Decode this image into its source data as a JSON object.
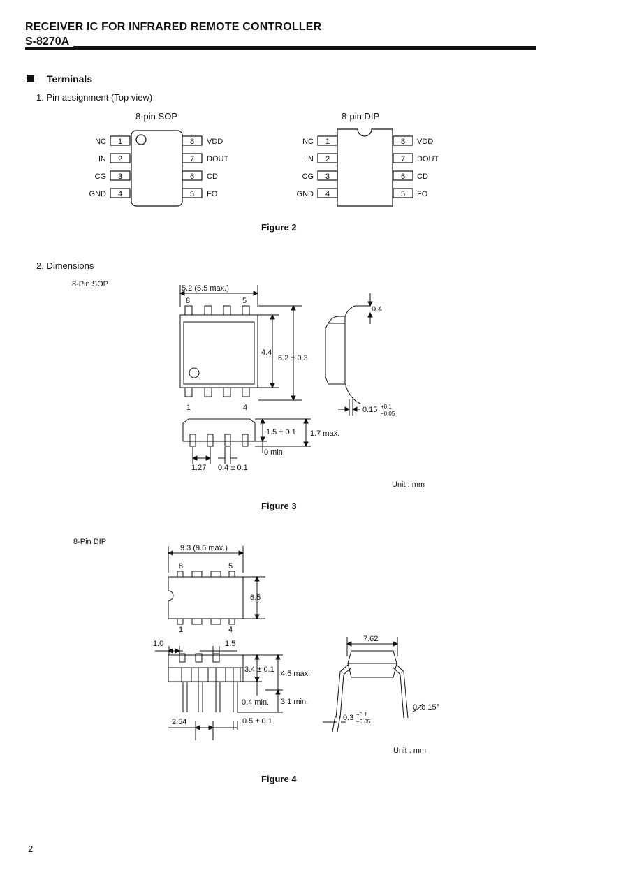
{
  "header": {
    "title": "RECEIVER IC FOR INFRARED REMOTE CONTROLLER",
    "part_number": "S-8270A"
  },
  "section": {
    "title": "Terminals"
  },
  "pin_assignment": {
    "heading": "1. Pin assignment (Top view)",
    "sop_label": "8-pin SOP",
    "dip_label": "8-pin DIP",
    "left_pins": [
      {
        "name": "NC",
        "number": "1"
      },
      {
        "name": "IN",
        "number": "2"
      },
      {
        "name": "CG",
        "number": "3"
      },
      {
        "name": "GND",
        "number": "4"
      }
    ],
    "right_pins": [
      {
        "name": "VDD",
        "number": "8"
      },
      {
        "name": "DOUT",
        "number": "7"
      },
      {
        "name": "CD",
        "number": "6"
      },
      {
        "name": "FO",
        "number": "5"
      }
    ],
    "figure": "Figure 2"
  },
  "dimensions": {
    "heading": "2. Dimensions",
    "sop": {
      "label": "8-Pin SOP",
      "width": "5.2 (5.5 max.)",
      "pin_top_left": "8",
      "pin_top_right": "5",
      "pin_bottom_left": "1",
      "pin_bottom_right": "4",
      "body_height": "4.4",
      "total_height": "6.2 ± 0.3",
      "lead_thickness": "0.4",
      "lead_width_nominal": "0.15",
      "lead_width_plus": "+0.1",
      "lead_width_minus": "−0.05",
      "body_thickness": "1.5 ± 0.1",
      "max_height": "1.7 max.",
      "standoff": "0 min.",
      "pitch": "1.27",
      "pin_width": "0.4 ± 0.1",
      "unit": "Unit : mm",
      "figure": "Figure 3"
    },
    "dip": {
      "label": "8-Pin DIP",
      "length": "9.3 (9.6 max.)",
      "pin_top_left": "8",
      "pin_top_right": "5",
      "pin_bottom_left": "1",
      "pin_bottom_right": "4",
      "body_width": "6.5",
      "end_left": "1.0",
      "end_right": "1.5",
      "body_thickness": "3.4 ± 0.1",
      "max_height": "4.5 max.",
      "seat_min": "0.4 min.",
      "lead_length": "3.1 min.",
      "pitch": "2.54",
      "lead_width": "0.5 ± 0.1",
      "row_spacing": "7.62",
      "lead_thk_nominal": "0.3",
      "lead_thk_plus": "+0.1",
      "lead_thk_minus": "−0.05",
      "angle": "0 to 15°",
      "unit": "Unit : mm",
      "figure": "Figure 4"
    }
  },
  "page_number": "2"
}
